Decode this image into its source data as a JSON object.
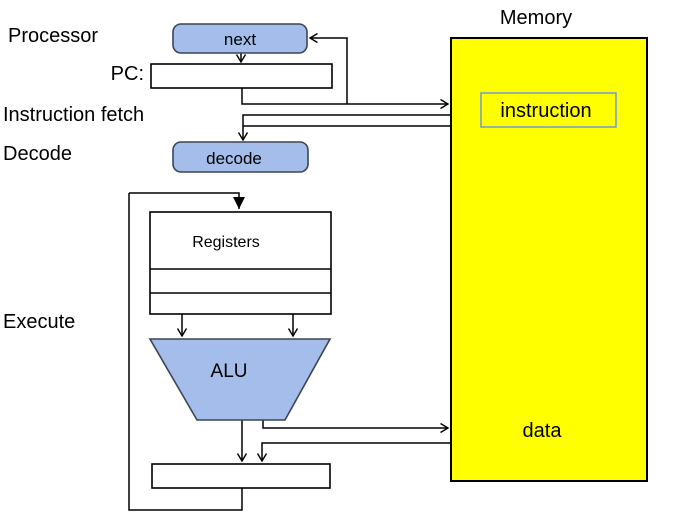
{
  "labels": {
    "processor": "Processor",
    "pc": "PC:",
    "instruction_fetch": "Instruction fetch",
    "decode_stage": "Decode",
    "execute": "Execute",
    "memory": "Memory",
    "instruction": "instruction",
    "data": "data"
  },
  "nodes": {
    "next": "next",
    "decode": "decode",
    "registers": "Registers",
    "alu": "ALU"
  },
  "colors": {
    "background": "#FFFFFF",
    "node_fill": "#A4BDEB",
    "node_border": "#3C4552",
    "memory_fill": "#FFFF00",
    "memory_border": "#000000",
    "instruction_box_border": "#7098D8",
    "box_fill": "#FFFFFF",
    "line": "#000000"
  }
}
